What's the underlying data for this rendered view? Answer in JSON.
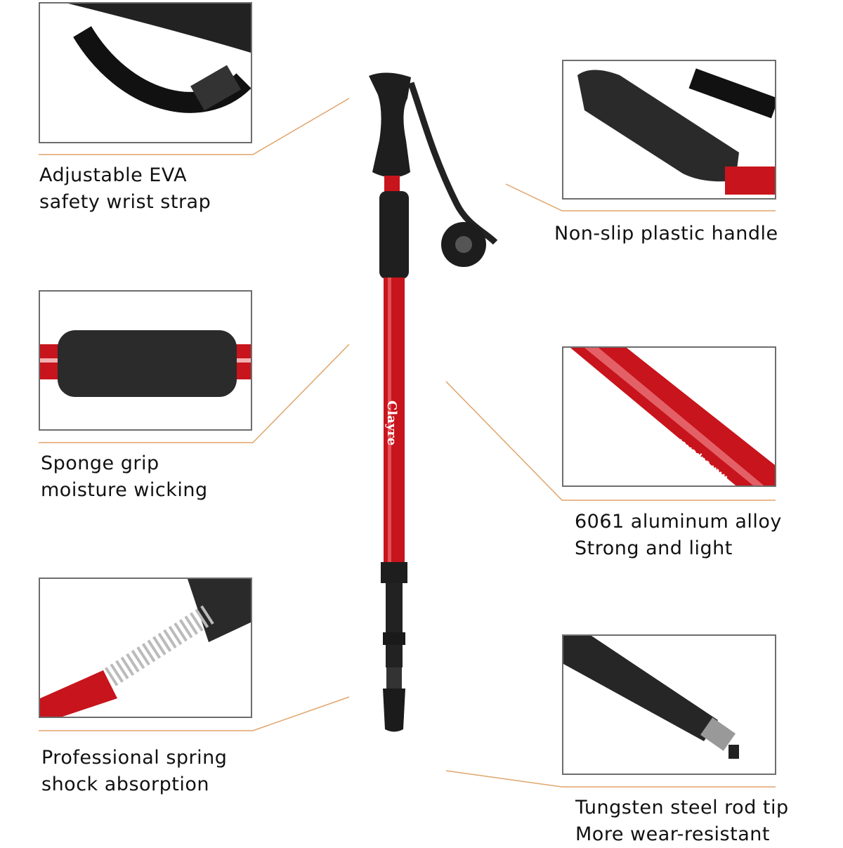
{
  "features": [
    {
      "id": "strap",
      "lines": [
        "Adjustable EVA",
        "safety wrist strap"
      ]
    },
    {
      "id": "handle",
      "lines": [
        "Non-slip plastic handle"
      ]
    },
    {
      "id": "sponge",
      "lines": [
        "Sponge grip",
        "moisture wicking"
      ]
    },
    {
      "id": "alloy",
      "lines": [
        "6061 aluminum alloy",
        "Strong and light"
      ]
    },
    {
      "id": "spring",
      "lines": [
        "Professional spring",
        "shock absorption"
      ]
    },
    {
      "id": "tip",
      "lines": [
        "Tungsten steel rod tip",
        "More wear-resistant"
      ]
    }
  ],
  "pole": {
    "brand": "Clayre",
    "shaft_text": "with superior"
  },
  "colors": {
    "accent_line": "#e0a46a",
    "frame": "#6d6d6d",
    "pole_red": "#c8141c",
    "black": "#1e1e1e"
  }
}
